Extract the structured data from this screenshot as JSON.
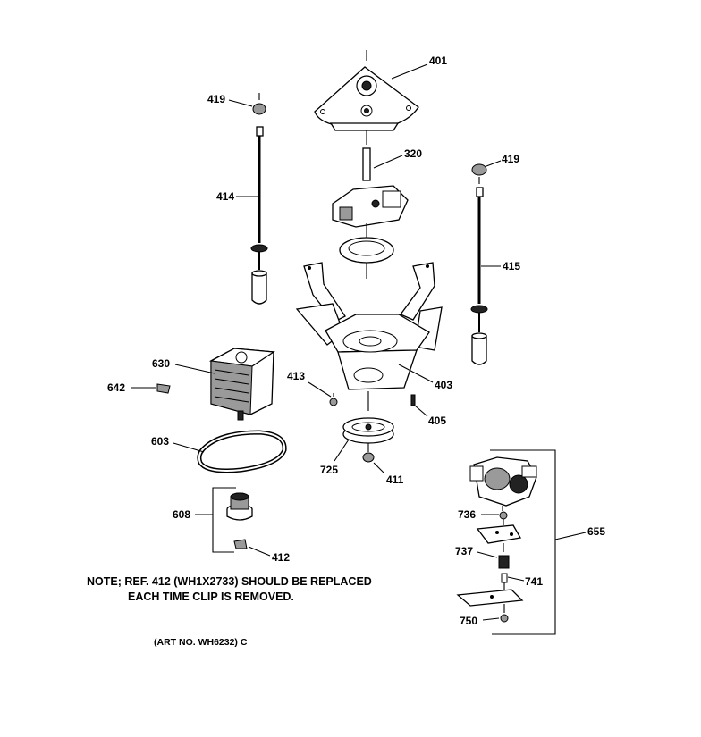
{
  "diagram": {
    "labels": {
      "p401": "401",
      "p419a": "419",
      "p419b": "419",
      "p320": "320",
      "p414": "414",
      "p415": "415",
      "p630": "630",
      "p642": "642",
      "p413": "413",
      "p403": "403",
      "p405": "405",
      "p603": "603",
      "p725": "725",
      "p411": "411",
      "p608": "608",
      "p412": "412",
      "p655": "655",
      "p736": "736",
      "p737": "737",
      "p741": "741",
      "p750": "750"
    },
    "note_line1": "NOTE; REF. 412 (WH1X2733) SHOULD BE REPLACED",
    "note_line2": "EACH TIME CLIP IS REMOVED.",
    "art_no": "(ART NO. WH6232) C"
  }
}
